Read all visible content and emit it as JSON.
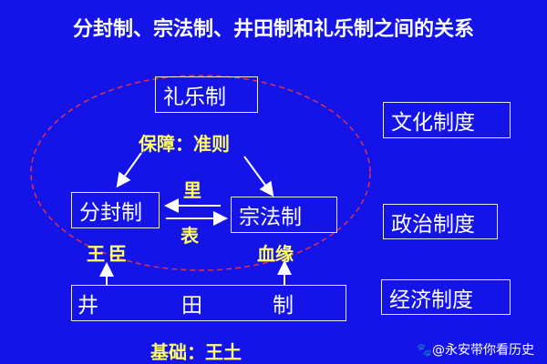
{
  "title": "分封制、宗法制、井田制和礼乐制之间的关系",
  "diagram": {
    "liyue": "礼乐制",
    "guarantee": "保障：准则",
    "fenfeng": "分封制",
    "zongfa": "宗法制",
    "inner": "里",
    "outer": "表",
    "wangchen": "王臣",
    "xueyuan": "血缘",
    "jingtian": [
      "井",
      "田",
      "制"
    ],
    "basis": "基础：王土"
  },
  "categories": [
    "文化制度",
    "政治制度",
    "经济制度"
  ],
  "watermark": "@永安带你看历史",
  "colors": {
    "background": "#1414e8",
    "highlight": "#ffff66",
    "ellipse": "#e0304a"
  }
}
